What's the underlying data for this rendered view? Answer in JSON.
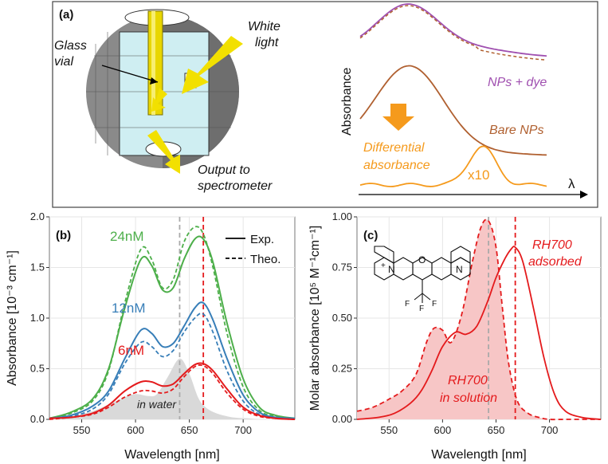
{
  "colors": {
    "green": "#4daf4a",
    "blue": "#377eb8",
    "red": "#e41a1c",
    "gray_fill": "#d9d9d9",
    "vline_gray": "#aaaaaa",
    "purple": "#a050b0",
    "brown": "#b06030",
    "orange": "#f59a1c",
    "pink_fill": "#f7c6c6",
    "yellow": "#f2e000"
  },
  "panel_a": {
    "label": "(a)",
    "glass_vial": "Glass\nvial",
    "white_light": "White\nlight",
    "output": "Output to\nspectrometer",
    "ylabel": "Absorbance",
    "xlabel": "λ",
    "nps_dye": "NPs + dye",
    "bare_nps": "Bare NPs",
    "differential": "Differential\nabsorbance",
    "x10": "x10"
  },
  "chart_data": [
    {
      "type": "line",
      "panel": "(b)",
      "xlabel": "Wavelength [nm]",
      "ylabel": "Absorbance [10⁻³ cm⁻¹]",
      "xlim": [
        520,
        748
      ],
      "ylim": [
        0,
        2.0
      ],
      "x_ticks": [
        550,
        600,
        650,
        700
      ],
      "y_ticks": [
        0.0,
        0.5,
        1.0,
        1.5,
        2.0
      ],
      "y_tick_labels": [
        "0.0",
        "0.5",
        "1.0",
        "1.5",
        "2.0"
      ],
      "grid": true,
      "legend_position": "top-right",
      "legend": [
        {
          "label": "Exp.",
          "style": "solid"
        },
        {
          "label": "Theo.",
          "style": "dashed"
        }
      ],
      "vlines": [
        {
          "x": 641,
          "color": "gray",
          "style": "dashed"
        },
        {
          "x": 663,
          "color": "red",
          "style": "dashed"
        }
      ],
      "x": [
        520,
        540,
        560,
        575,
        590,
        605,
        615,
        625,
        635,
        645,
        655,
        663,
        672,
        685,
        700,
        715,
        730,
        748
      ],
      "series": [
        {
          "name": "24nM",
          "color": "green",
          "exp": [
            0.01,
            0.07,
            0.2,
            0.5,
            1.1,
            1.58,
            1.52,
            1.28,
            1.3,
            1.58,
            1.78,
            1.78,
            1.55,
            0.95,
            0.4,
            0.12,
            0.04,
            0.01
          ],
          "theo": [
            0.01,
            0.06,
            0.18,
            0.48,
            1.15,
            1.68,
            1.58,
            1.3,
            1.38,
            1.75,
            1.9,
            1.83,
            1.5,
            0.85,
            0.32,
            0.09,
            0.03,
            0.01
          ]
        },
        {
          "name": "12nM",
          "color": "blue",
          "exp": [
            0.01,
            0.04,
            0.13,
            0.28,
            0.6,
            0.88,
            0.85,
            0.72,
            0.75,
            0.92,
            1.1,
            1.15,
            0.98,
            0.6,
            0.24,
            0.07,
            0.02,
            0.01
          ],
          "theo": [
            0.01,
            0.03,
            0.1,
            0.25,
            0.55,
            0.76,
            0.72,
            0.62,
            0.68,
            0.86,
            1.0,
            1.04,
            0.86,
            0.48,
            0.18,
            0.05,
            0.02,
            0.01
          ]
        },
        {
          "name": "6nM",
          "color": "red",
          "exp": [
            0.01,
            0.02,
            0.06,
            0.14,
            0.28,
            0.37,
            0.37,
            0.33,
            0.35,
            0.45,
            0.54,
            0.55,
            0.48,
            0.3,
            0.12,
            0.04,
            0.01,
            0.0
          ],
          "theo": [
            0.0,
            0.02,
            0.05,
            0.12,
            0.22,
            0.28,
            0.28,
            0.26,
            0.3,
            0.42,
            0.52,
            0.53,
            0.45,
            0.26,
            0.1,
            0.03,
            0.01,
            0.0
          ]
        }
      ],
      "in_water": {
        "label": "in water",
        "x": [
          520,
          540,
          560,
          580,
          590,
          600,
          612,
          620,
          630,
          641,
          650,
          658,
          665,
          675,
          690,
          705,
          720,
          748
        ],
        "y": [
          0.01,
          0.03,
          0.08,
          0.17,
          0.22,
          0.25,
          0.23,
          0.25,
          0.42,
          0.6,
          0.45,
          0.22,
          0.12,
          0.06,
          0.02,
          0.01,
          0.0,
          0.0
        ]
      }
    },
    {
      "type": "line",
      "panel": "(c)",
      "xlabel": "Wavelength [nm]",
      "ylabel": "Molar absorbance [10⁵ M⁻¹cm⁻¹]",
      "xlim": [
        520,
        748
      ],
      "ylim": [
        0,
        1.0
      ],
      "x_ticks": [
        550,
        600,
        650,
        700
      ],
      "y_ticks": [
        0.0,
        0.25,
        0.5,
        0.75,
        1.0
      ],
      "y_tick_labels": [
        "0.00",
        "0.25",
        "0.50",
        "0.75",
        "1.00"
      ],
      "grid": true,
      "vlines": [
        {
          "x": 643,
          "color": "gray",
          "style": "dashed"
        },
        {
          "x": 668,
          "color": "red",
          "style": "dashed"
        }
      ],
      "series": [
        {
          "name": "RH700 in solution",
          "style": "dashed",
          "filled": true,
          "x": [
            520,
            535,
            550,
            562,
            575,
            585,
            592,
            600,
            608,
            618,
            628,
            636,
            643,
            650,
            656,
            662,
            670,
            680,
            690,
            700,
            720,
            748
          ],
          "y": [
            0.04,
            0.06,
            0.1,
            0.14,
            0.22,
            0.38,
            0.45,
            0.44,
            0.38,
            0.52,
            0.78,
            0.95,
            0.98,
            0.85,
            0.55,
            0.27,
            0.09,
            0.03,
            0.01,
            0.0,
            0.0,
            0.0
          ]
        },
        {
          "name": "RH700 adsorbed",
          "style": "solid",
          "filled": false,
          "x": [
            520,
            540,
            555,
            570,
            580,
            590,
            600,
            612,
            622,
            632,
            642,
            650,
            658,
            664,
            668,
            675,
            685,
            695,
            705,
            715,
            730,
            748
          ],
          "y": [
            0.0,
            0.01,
            0.03,
            0.08,
            0.14,
            0.24,
            0.36,
            0.43,
            0.42,
            0.46,
            0.58,
            0.7,
            0.79,
            0.84,
            0.85,
            0.78,
            0.55,
            0.3,
            0.12,
            0.04,
            0.01,
            0.0
          ]
        }
      ],
      "labels": {
        "panel": "(c)",
        "adsorbed": "RH700\nadsorbed",
        "solution": "RH700\nin solution",
        "cf3": "F",
        "plus": "+",
        "N": "N",
        "O": "O"
      }
    }
  ]
}
